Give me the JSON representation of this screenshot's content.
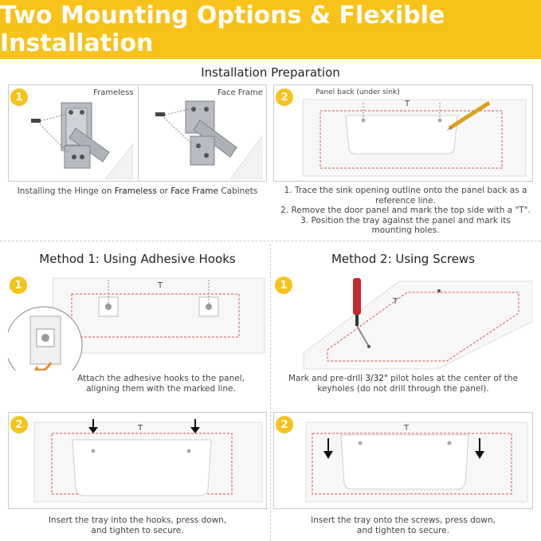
{
  "banner": {
    "title": "Two Mounting Options & Flexible Installation"
  },
  "preparation": {
    "title": "Installation Preparation",
    "step1": {
      "badge": "1",
      "label_frameless": "Frameless",
      "label_face_frame": "Face Frame",
      "caption_a": "Installing the Hinge on ",
      "caption_b": "Frameless",
      "caption_c": " or ",
      "caption_d": "Face Frame",
      "caption_e": " Cabinets"
    },
    "step2": {
      "badge": "2",
      "panel_label": "Panel back (under sink)",
      "mark": "T",
      "instructions": [
        "1. Trace the sink opening outline onto the panel back as a reference line.",
        "2. Remove the door panel and mark the top side with a \"T\".",
        "3. Position the tray against the panel and mark its mounting holes."
      ]
    }
  },
  "method1": {
    "title": "Method 1: Using Adhesive Hooks",
    "step1": {
      "badge": "1",
      "mark": "T",
      "caption_line1": "Attach the adhesive hooks to the panel,",
      "caption_line2": "aligning them with the marked line."
    },
    "step2": {
      "badge": "2",
      "mark": "T",
      "caption_line1": "Insert the tray into the hooks, press down,",
      "caption_line2": "and tighten to secure."
    }
  },
  "method2": {
    "title": "Method 2: Using Screws",
    "step1": {
      "badge": "1",
      "mark": "T",
      "caption_a": "Mark and pre-drill ",
      "caption_b": "3/32\"",
      "caption_c": " pilot holes at the center of the",
      "caption_line2": "keyholes (do not drill through the panel)."
    },
    "step2": {
      "badge": "2",
      "mark": "T",
      "caption_line1": "Insert the tray onto the screws, press down,",
      "caption_line2": "and tighten to secure."
    }
  },
  "colors": {
    "accent": "#f8c21a",
    "guide_line": "#d9534f",
    "panel_border": "#c9c9c9"
  }
}
